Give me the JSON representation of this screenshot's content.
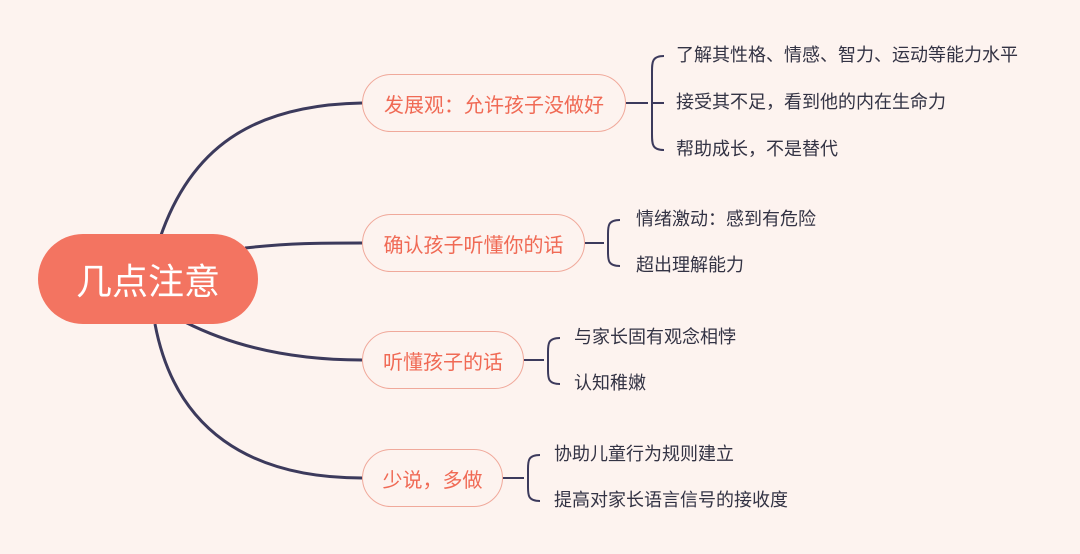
{
  "root": {
    "label": "几点注意"
  },
  "branches": [
    {
      "label": "发展观：允许孩子没做好",
      "items": [
        "了解其性格、情感、智力、运动等能力水平",
        "接受其不足，看到他的内在生命力",
        "帮助成长，不是替代"
      ]
    },
    {
      "label": "确认孩子听懂你的话",
      "items": [
        "情绪激动：感到有危险",
        "超出理解能力"
      ]
    },
    {
      "label": "听懂孩子的话",
      "items": [
        "与家长固有观念相悖",
        "认知稚嫩"
      ]
    },
    {
      "label": "少说，多做",
      "items": [
        "协助儿童行为规则建立",
        "提高对家长语言信号的接收度"
      ]
    }
  ],
  "colors": {
    "background": "#fdf3ef",
    "root_fill": "#f37461",
    "branch_border": "#f0a99b",
    "branch_text": "#f06a55",
    "connector": "#3c3a5c",
    "leaf_text": "#333344"
  }
}
